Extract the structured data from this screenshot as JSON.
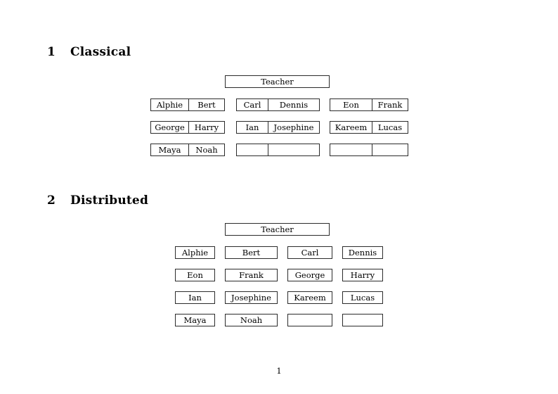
{
  "document": {
    "page_number": "1",
    "sections": [
      {
        "number": "1",
        "title": "Classical",
        "teacher_label": "Teacher",
        "layout": "grouped-pairs",
        "groups": [
          {
            "id": "group-a",
            "rows": [
              {
                "left": "Alphie",
                "right": "Bert"
              },
              {
                "left": "George",
                "right": "Harry"
              },
              {
                "left": "Maya",
                "right": "Noah"
              }
            ]
          },
          {
            "id": "group-b",
            "rows": [
              {
                "left": "Carl",
                "right": "Dennis"
              },
              {
                "left": "Ian",
                "right": "Josephine"
              },
              {
                "left": "",
                "right": ""
              }
            ]
          },
          {
            "id": "group-c",
            "rows": [
              {
                "left": "Eon",
                "right": "Frank"
              },
              {
                "left": "Kareem",
                "right": "Lucas"
              },
              {
                "left": "",
                "right": ""
              }
            ]
          }
        ]
      },
      {
        "number": "2",
        "title": "Distributed",
        "teacher_label": "Teacher",
        "layout": "grid",
        "grid": [
          [
            "Alphie",
            "Bert",
            "Carl",
            "Dennis"
          ],
          [
            "Eon",
            "Frank",
            "George",
            "Harry"
          ],
          [
            "Ian",
            "Josephine",
            "Kareem",
            "Lucas"
          ],
          [
            "Maya",
            "Noah",
            "",
            ""
          ]
        ]
      }
    ]
  },
  "colors": {
    "page_background": "#ffffff",
    "text": "#000000",
    "box_border": "#2b2b2b"
  }
}
